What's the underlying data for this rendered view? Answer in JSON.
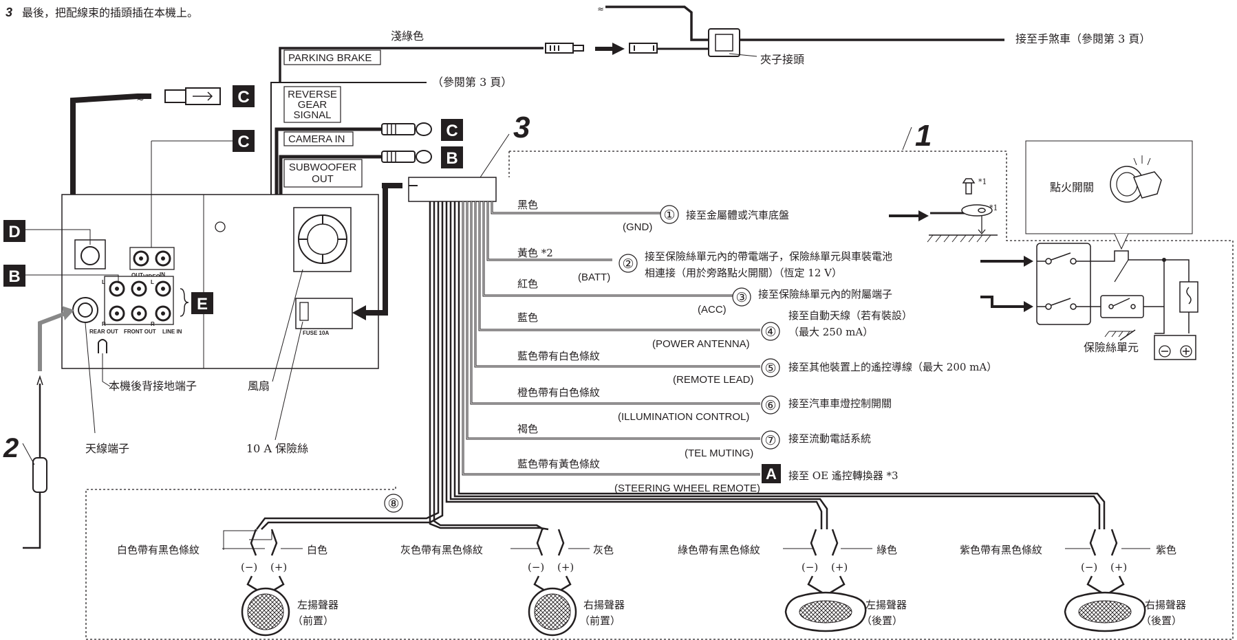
{
  "step": {
    "number": "3",
    "text": "最後，把配線束的插頭插在本機上。"
  },
  "top": {
    "light_green": "淺綠色",
    "parking_brake": "PARKING BRAKE",
    "to_hand_brake": "接至手煞車（參閱第 3 頁）",
    "clip_connector": "夾子接頭",
    "see_page3": "（參閱第 3 頁）",
    "reverse_gear_signal": [
      "REVERSE",
      "GEAR",
      "SIGNAL"
    ],
    "camera_in": "CAMERA IN",
    "subwoofer_out": [
      "SUBWOOFER",
      "OUT"
    ]
  },
  "callout_letters": {
    "C": "C",
    "B": "B",
    "D": "D",
    "E": "E",
    "A": "A"
  },
  "big_numbers": {
    "one": "1",
    "two": "2",
    "three": "3"
  },
  "unit": {
    "video_out": "OUT",
    "video_in": "IN",
    "video": "VIDEO",
    "rear_out": "REAR OUT",
    "front_out": "FRONT OUT",
    "line_in": "LINE IN",
    "L": "L",
    "R": "R",
    "fuse_label": "FUSE 10A",
    "ground_terminal": "本機後背接地端子",
    "fan": "風扇",
    "antenna_terminal": "天線端子",
    "fuse_10a": "10 A 保險絲"
  },
  "wires": [
    {
      "num": "①",
      "color": "黑色",
      "code": "(GND)",
      "desc": [
        "接至金屬體或汽車底盤"
      ]
    },
    {
      "num": "②",
      "color": "黃色 *2",
      "code": "(BATT)",
      "desc": [
        "接至保險絲單元內的帶電端子，保險絲單元與車裝電池",
        "相連接（用於旁路點火開關）（恆定 12 V）"
      ]
    },
    {
      "num": "③",
      "color": "紅色",
      "code": "(ACC)",
      "desc": [
        "接至保險絲單元內的附屬端子"
      ]
    },
    {
      "num": "④",
      "color": "藍色",
      "code": "(POWER ANTENNA)",
      "desc": [
        "接至自動天線（若有裝設）",
        "（最大 250 mA）"
      ]
    },
    {
      "num": "⑤",
      "color": "藍色帶有白色條紋",
      "code": "(REMOTE LEAD)",
      "desc": [
        "接至其他裝置上的遙控導線（最大 200 mA）"
      ]
    },
    {
      "num": "⑥",
      "color": "橙色帶有白色條紋",
      "code": "(ILLUMINATION CONTROL)",
      "desc": [
        "接至汽車車燈控制開關"
      ]
    },
    {
      "num": "⑦",
      "color": "褐色",
      "code": "(TEL MUTING)",
      "desc": [
        "接至流動電話系統"
      ]
    },
    {
      "num": "A",
      "color": "藍色帶有黃色條紋",
      "code": "(STEERING WHEEL REMOTE)",
      "desc": [
        "接至 OE 遙控轉換器 *3"
      ]
    }
  ],
  "group8": "⑧",
  "ignition": {
    "switch_label": "點火開關",
    "fuse_unit": "保險絲單元",
    "note1": "*1",
    "note1b": "*1"
  },
  "speakers": [
    {
      "neg_color": "白色帶有黑色條紋",
      "pos_color": "白色",
      "name": "左揚聲器",
      "pos": "（前置）",
      "shape": "round"
    },
    {
      "neg_color": "灰色帶有黑色條紋",
      "pos_color": "灰色",
      "name": "右揚聲器",
      "pos": "（前置）",
      "shape": "round"
    },
    {
      "neg_color": "綠色帶有黑色條紋",
      "pos_color": "綠色",
      "name": "左揚聲器",
      "pos": "（後置）",
      "shape": "oval"
    },
    {
      "neg_color": "紫色帶有黑色條紋",
      "pos_color": "紫色",
      "name": "右揚聲器",
      "pos": "（後置）",
      "shape": "oval"
    }
  ],
  "polarity": {
    "neg": "(−)",
    "pos": "(+)"
  }
}
